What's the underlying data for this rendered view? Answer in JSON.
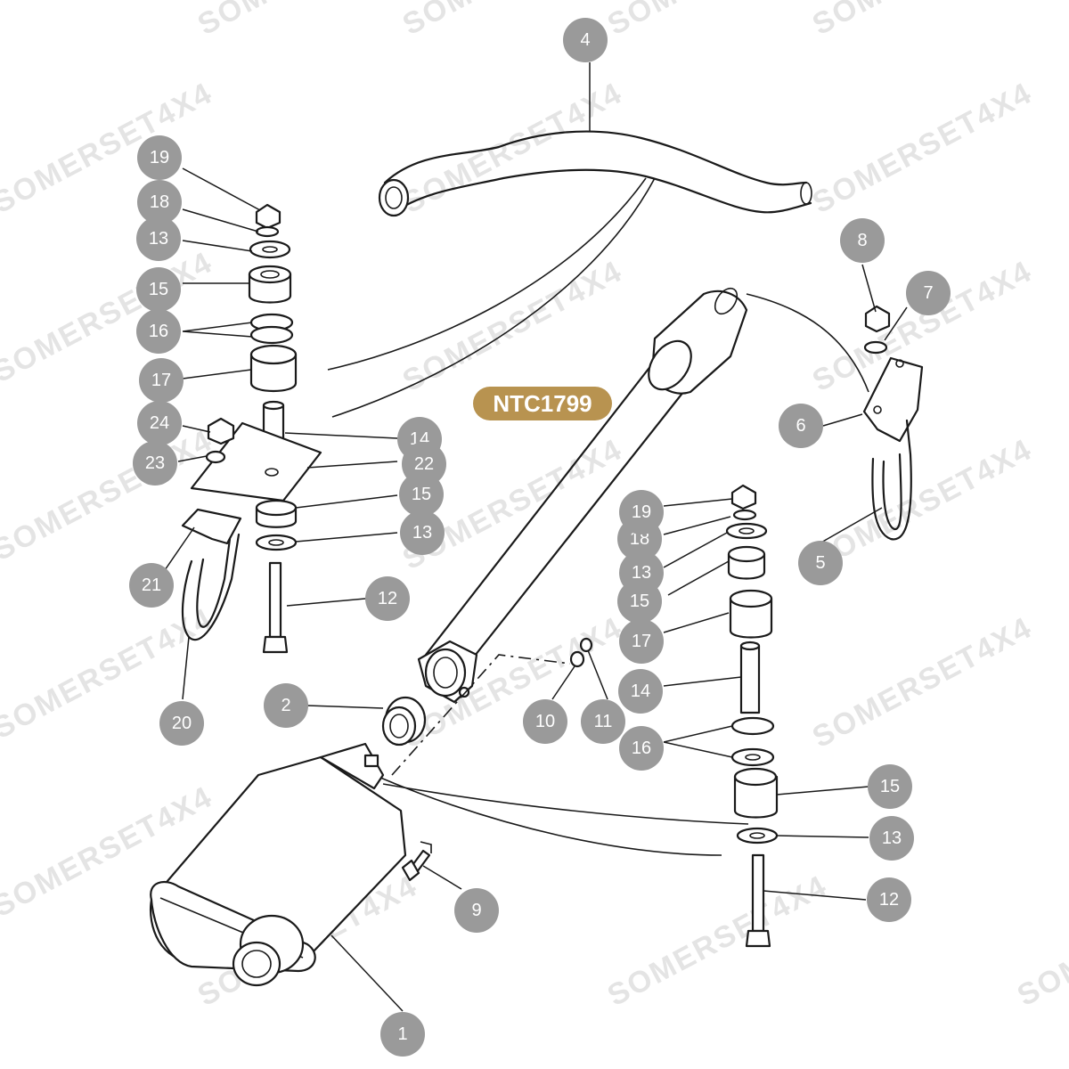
{
  "watermark": "SOMERSET4X4",
  "part_number": "NTC1799",
  "colors": {
    "callout": "#9a9a9a",
    "badge": "#b89350",
    "line": "#1a1a1a"
  },
  "callouts": [
    "1",
    "2",
    "4",
    "5",
    "6",
    "7",
    "8",
    "9",
    "10",
    "11",
    "12",
    "12",
    "13",
    "13",
    "13",
    "13",
    "14",
    "14",
    "15",
    "15",
    "15",
    "15",
    "16",
    "16",
    "17",
    "17",
    "18",
    "18",
    "19",
    "19",
    "20",
    "21",
    "22",
    "23",
    "24"
  ]
}
